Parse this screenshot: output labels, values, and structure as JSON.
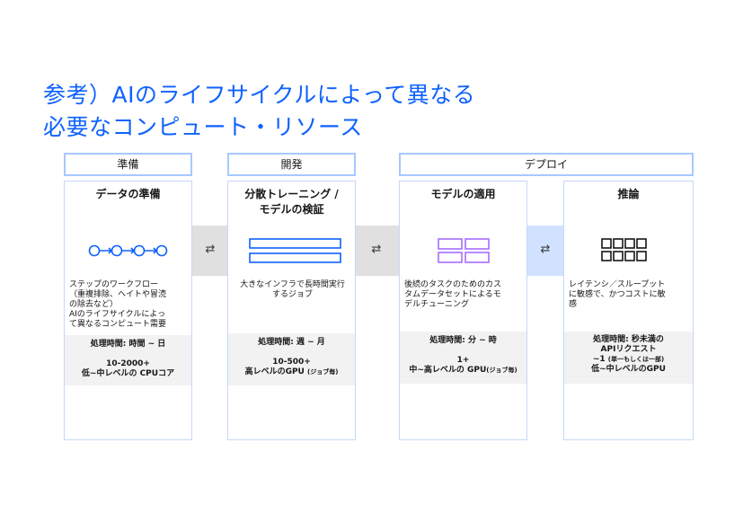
{
  "title": {
    "line1": "参考）AIのライフサイクルによって異なる",
    "line2": "必要なコンピュート・リソース"
  },
  "headers": [
    {
      "label": "準備"
    },
    {
      "label": "開発"
    },
    {
      "label": "デプロイ"
    }
  ],
  "columns": [
    {
      "name": "データの準備",
      "icon": "connected-nodes-icon",
      "description": "ステップのワークフロー\n（重複排除、ヘイトや冒涜\nの除去など）\nAIのライフサイクルによっ\nて異なるコンピュート需要",
      "time": "処理時間: 時間 ~ 日",
      "count": "10-2000+",
      "resource": "低~中レベルの CPUコア",
      "resource_note": ""
    },
    {
      "name": "分散トレーニング /\nモデルの検証",
      "icon": "stacked-bars-icon",
      "description": "大きなインフラで長時間実行\nするジョブ",
      "time": "処理時間: 週 ~ 月",
      "count": "10-500+",
      "resource": "高レベルのGPU",
      "resource_note": "(ジョブ毎)"
    },
    {
      "name": "モデルの適用",
      "icon": "grid-2x2-icon",
      "description": "後続のタスクのためのカス\nタムデータセットによるモ\nデルチューニング",
      "time": "処理時間: 分 ~ 時",
      "count": "1+",
      "resource": "中~高レベルの GPU",
      "resource_note": "(ジョブ毎)"
    },
    {
      "name": "推論",
      "icon": "grid-4x2-icon",
      "description": "レイテンシ／スループット\nに敏感で、かつコストに敏\n感",
      "time": "処理時間: 秒未満の\nAPIリクエスト",
      "count": "~1",
      "count_note": "(単一もしくは一部)",
      "resource": "低~中レベルのGPU",
      "resource_note": ""
    }
  ],
  "connectors": [
    "sync-arrows-icon",
    "sync-arrows-icon",
    "sync-arrows-icon"
  ],
  "colors": {
    "accent": "#0f62fe",
    "header_border": "#a6c8ff",
    "band": "#d0e2ff",
    "gap": "#e0e0e0",
    "stats_bg": "#f2f2f2",
    "purple": "#a56eff"
  }
}
